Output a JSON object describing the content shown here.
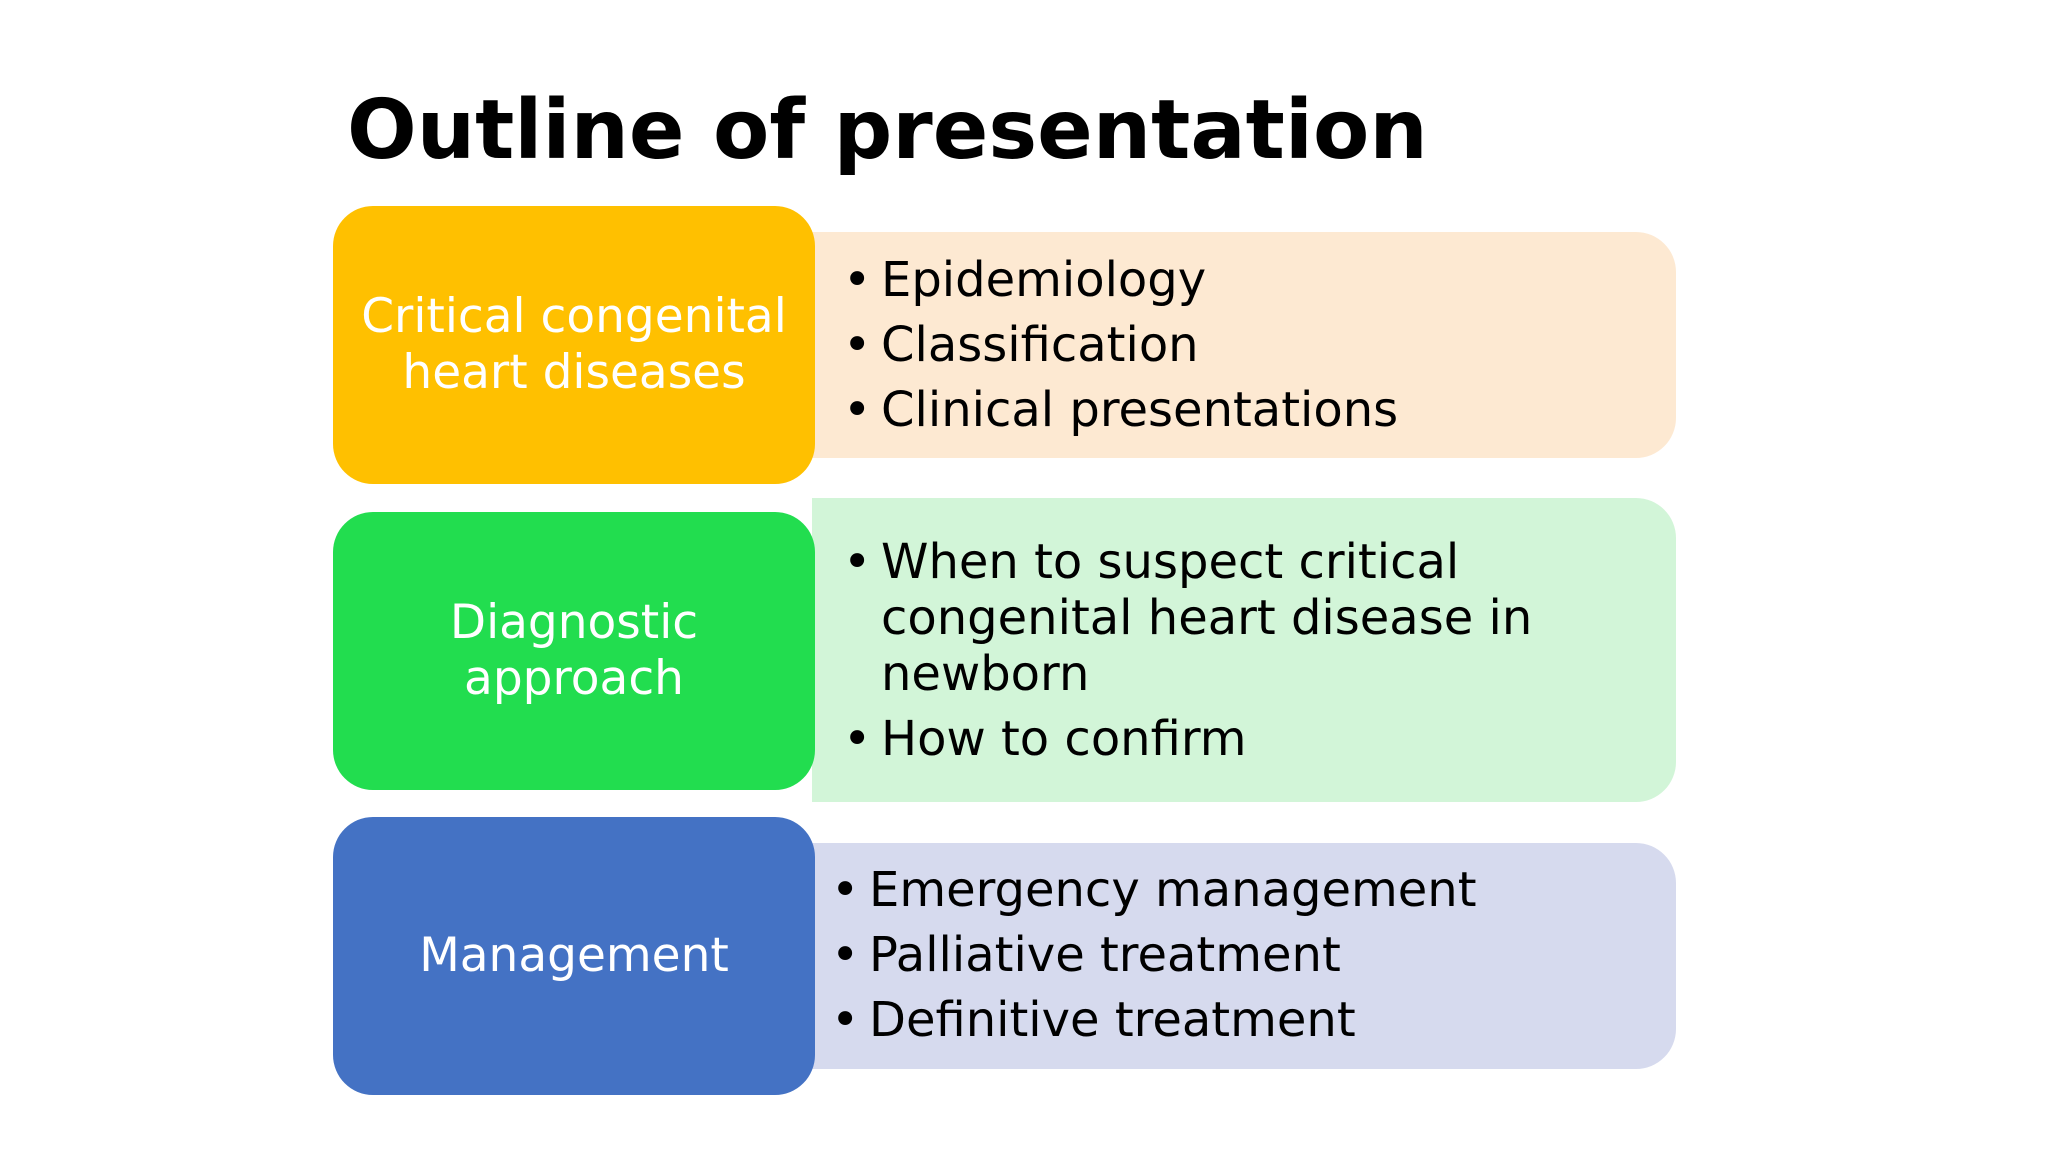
{
  "title": "Outline of presentation",
  "colors": {
    "section1_label": "#FFC000",
    "section1_content": "#FDE9D2",
    "section2_label": "#22DD4F",
    "section2_content": "#D2F5D8",
    "section3_label": "#4472C4",
    "section3_content": "#D6DAEE"
  },
  "sections": [
    {
      "label": "Critical congenital\nheart diseases",
      "items": [
        "Epidemiology",
        "Classification",
        "Clinical presentations"
      ]
    },
    {
      "label": "Diagnostic\napproach",
      "items": [
        "When to suspect critical\ncongenital heart  disease in\nnewborn",
        "How to confirm"
      ]
    },
    {
      "label": "Management",
      "items": [
        "Emergency management",
        "Palliative treatment",
        "Definitive treatment"
      ]
    }
  ],
  "bullet_glyph": "•"
}
